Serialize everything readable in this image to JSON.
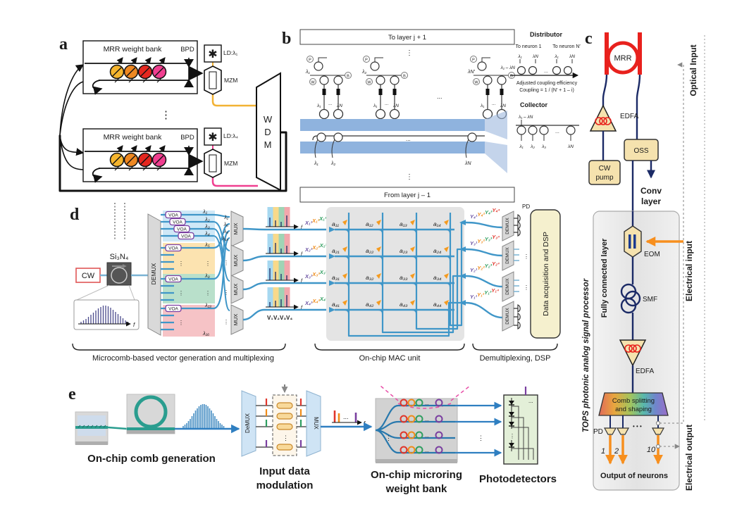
{
  "panels": {
    "a": {
      "label": "a",
      "bank_title": "MRR weight bank",
      "bpd": "BPD",
      "ld1": "LD:λ₁",
      "ld4": "LD:λ₄",
      "star": "✱",
      "mzm": "MZM",
      "wdm_letters": [
        "W",
        "D",
        "M"
      ],
      "dots": "⋮"
    },
    "b": {
      "label": "b",
      "to_layer": "To layer j + 1",
      "from_layer": "From layer j – 1",
      "dots_v": "⋮",
      "dots_h": "...",
      "p": "P",
      "w": "W",
      "b_label": "B",
      "neuron_lambdas": [
        "λ₁",
        "λ₂",
        "λN′"
      ],
      "pair_l1": "λ₁",
      "pair_lN": "λN",
      "bus_lambdas": [
        "λ₁",
        "λ₂",
        "λN"
      ],
      "distributor": {
        "title": "Distributor",
        "to_neuron_1": "To neuron 1",
        "to_neuron_N": "To neuron N′",
        "range": "λ₁ – λN",
        "l1": "λ₁",
        "lN": "λN",
        "note1": "Adjusted coupling efficiency",
        "note2": "Coupling = 1 / (N′ + 1 – i)"
      },
      "collector": {
        "title": "Collector",
        "range": "λ₁ – λN",
        "lambdas": [
          "λ₁",
          "λ₂",
          "λ₃",
          "λN"
        ]
      }
    },
    "c": {
      "label": "c",
      "mrr": "MRR",
      "edfa1": "EDFA",
      "cw_pump": [
        "CW",
        "pump"
      ],
      "oss": "OSS",
      "conv_layer": [
        "Conv",
        "layer"
      ],
      "optical_input": "Optical Input",
      "fully_connected": "Fully connected layer",
      "tops": "TOPS photonic analog signal processor",
      "eom": "EOM",
      "electrical_input": "Electrical input",
      "smf": "SMF",
      "edfa2": "EDFA",
      "comb_splitting": [
        "Comb splitting",
        "and shaping"
      ],
      "pd": "PD",
      "outputs": [
        "1",
        "2",
        "10"
      ],
      "dots": "• • •",
      "output_of_neurons": "Output of neurons",
      "electrical_output": "Electrical output"
    },
    "d": {
      "label": "d",
      "cw": "CW",
      "si3n4": "Si₃N₄",
      "f": "f",
      "demux": "DEMUX",
      "voa": "VOA",
      "group_lambdas": [
        "λ₁",
        "λ₂",
        "λ₃",
        "λ₄",
        "λ₅",
        "λ₉",
        "λ₁₃",
        "λ₁₆"
      ],
      "mux": "MUX",
      "mux1_inputs": [
        "λ₁",
        "λ₅",
        "λ₉",
        "λ₁₃"
      ],
      "dots_v": "⋮",
      "v_labels": [
        "V₁",
        "V₂",
        "V₃",
        "V₄"
      ],
      "x_labels": [
        [
          "X₁¹",
          "X₁²",
          "X₁³",
          "X₁⁴"
        ],
        [
          "X₂¹",
          "X₂²",
          "X₂³",
          "X₂⁴"
        ],
        [
          "X₃¹",
          "X₃²",
          "X₃³",
          "X₃⁴"
        ],
        [
          "X₄¹",
          "X₄²",
          "X₄³",
          "X₄⁴"
        ]
      ],
      "a_matrix": [
        [
          "a₁₁",
          "a₁₂",
          "a₁₃",
          "a₁₄"
        ],
        [
          "a₂₁",
          "a₂₂",
          "a₂₃",
          "a₂₄"
        ],
        [
          "a₃₁",
          "a₃₂",
          "a₃₃",
          "a₃₄"
        ],
        [
          "a₄₁",
          "a₄₂",
          "a₄₃",
          "a₄₄"
        ]
      ],
      "y_labels": [
        [
          "Y₄¹",
          "Y₄²",
          "Y₄³",
          "Y₄⁴"
        ],
        [
          "Y₃¹",
          "Y₃²",
          "Y₃³",
          "Y₃⁴"
        ],
        [
          "Y₂¹",
          "Y₂²",
          "Y₂³",
          "Y₂⁴"
        ],
        [
          "Y₁¹",
          "Y₁²",
          "Y₁³",
          "Y₁⁴"
        ]
      ],
      "pd": "PD",
      "daq": "Data acquisition and DSP",
      "captions": [
        "Microcomb-based vector generation and multiplexing",
        "On-chip MAC unit",
        "Demultiplexing, DSP"
      ]
    },
    "e": {
      "label": "e",
      "caption_comb": "On-chip comb generation",
      "demux": "DeMUX",
      "mux": "MUX",
      "caption_mod": [
        "Input data",
        "modulation"
      ],
      "f": "f",
      "dots": "⋮",
      "dots_h": "...",
      "caption_bank": [
        "On-chip microring",
        "weight bank"
      ],
      "caption_pd": "Photodetectors"
    },
    "colors": {
      "waveguide_blue": "#3f96c8",
      "navy": "#1b2a66",
      "red": "#e8211d",
      "orange_arrow": "#f78f1e",
      "ring_colors": [
        "#f5b52e",
        "#ee8822",
        "#e5271f",
        "#f03f90"
      ],
      "band_colors": [
        "#a6d8f0",
        "#f8d98a",
        "#9fd4b5",
        "#f2a7ac"
      ],
      "tan_box": "#f5e2ae",
      "daq_box": "#f5f0ce",
      "pd_box_green": "#e3efd8"
    }
  }
}
